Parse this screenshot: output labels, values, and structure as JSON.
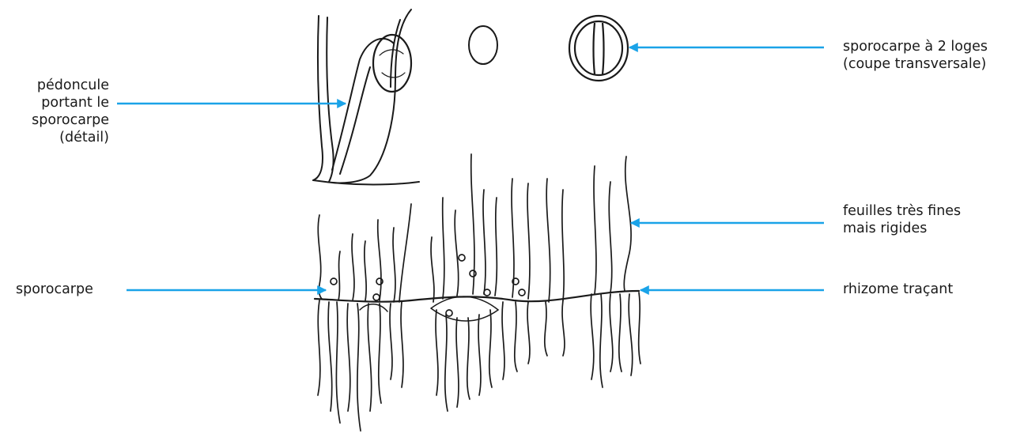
{
  "labels": {
    "peduncle": "pédoncule\nportant le\nsporocarpe\n(détail)",
    "sporocarp_section": "sporocarpe à 2 loges\n(coupe transversale)",
    "leaves": "feuilles très fines\nmais rigides",
    "sporocarp": "sporocarpe",
    "rhizome": "rhizome traçant"
  },
  "colors": {
    "arrow": "#1aa3e8",
    "ink": "#1a1a1a"
  }
}
